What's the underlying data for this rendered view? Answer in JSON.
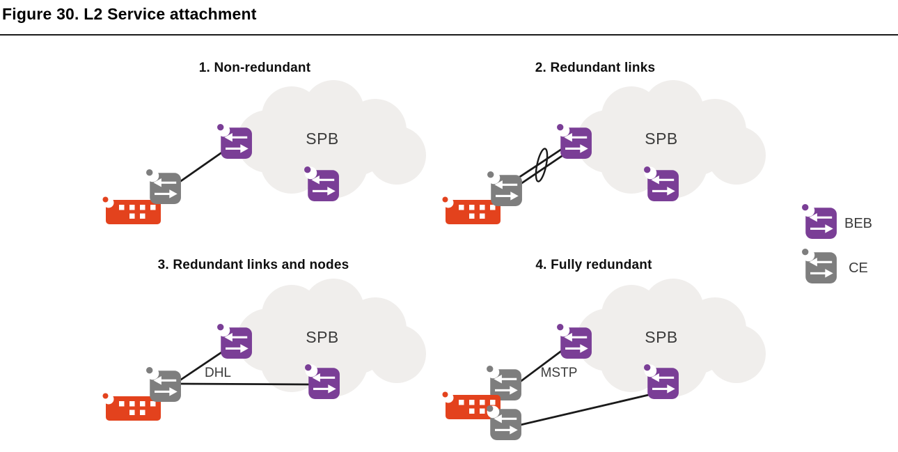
{
  "figure": {
    "title": "Figure 30. L2 Service attachment"
  },
  "panels": [
    {
      "heading": "1. Non-redundant",
      "cloud_label": "SPB"
    },
    {
      "heading": "2. Redundant links",
      "cloud_label": "SPB"
    },
    {
      "heading": "3. Redundant links and nodes",
      "cloud_label": "SPB",
      "link_label": "DHL"
    },
    {
      "heading": "4. Fully redundant",
      "cloud_label": "SPB",
      "link_label": "MSTP"
    }
  ],
  "legend": {
    "items": [
      {
        "icon": "beb-switch-icon",
        "label": "BEB",
        "color": "#7a3e96"
      },
      {
        "icon": "ce-switch-icon",
        "label": "CE",
        "color": "#7e7e7e"
      }
    ]
  },
  "colors": {
    "beb_purple": "#7a3e96",
    "ce_gray": "#7e7e7e",
    "device_red": "#e3421d",
    "cloud_gray": "#f0eeec",
    "line_black": "#1a1a1a"
  }
}
